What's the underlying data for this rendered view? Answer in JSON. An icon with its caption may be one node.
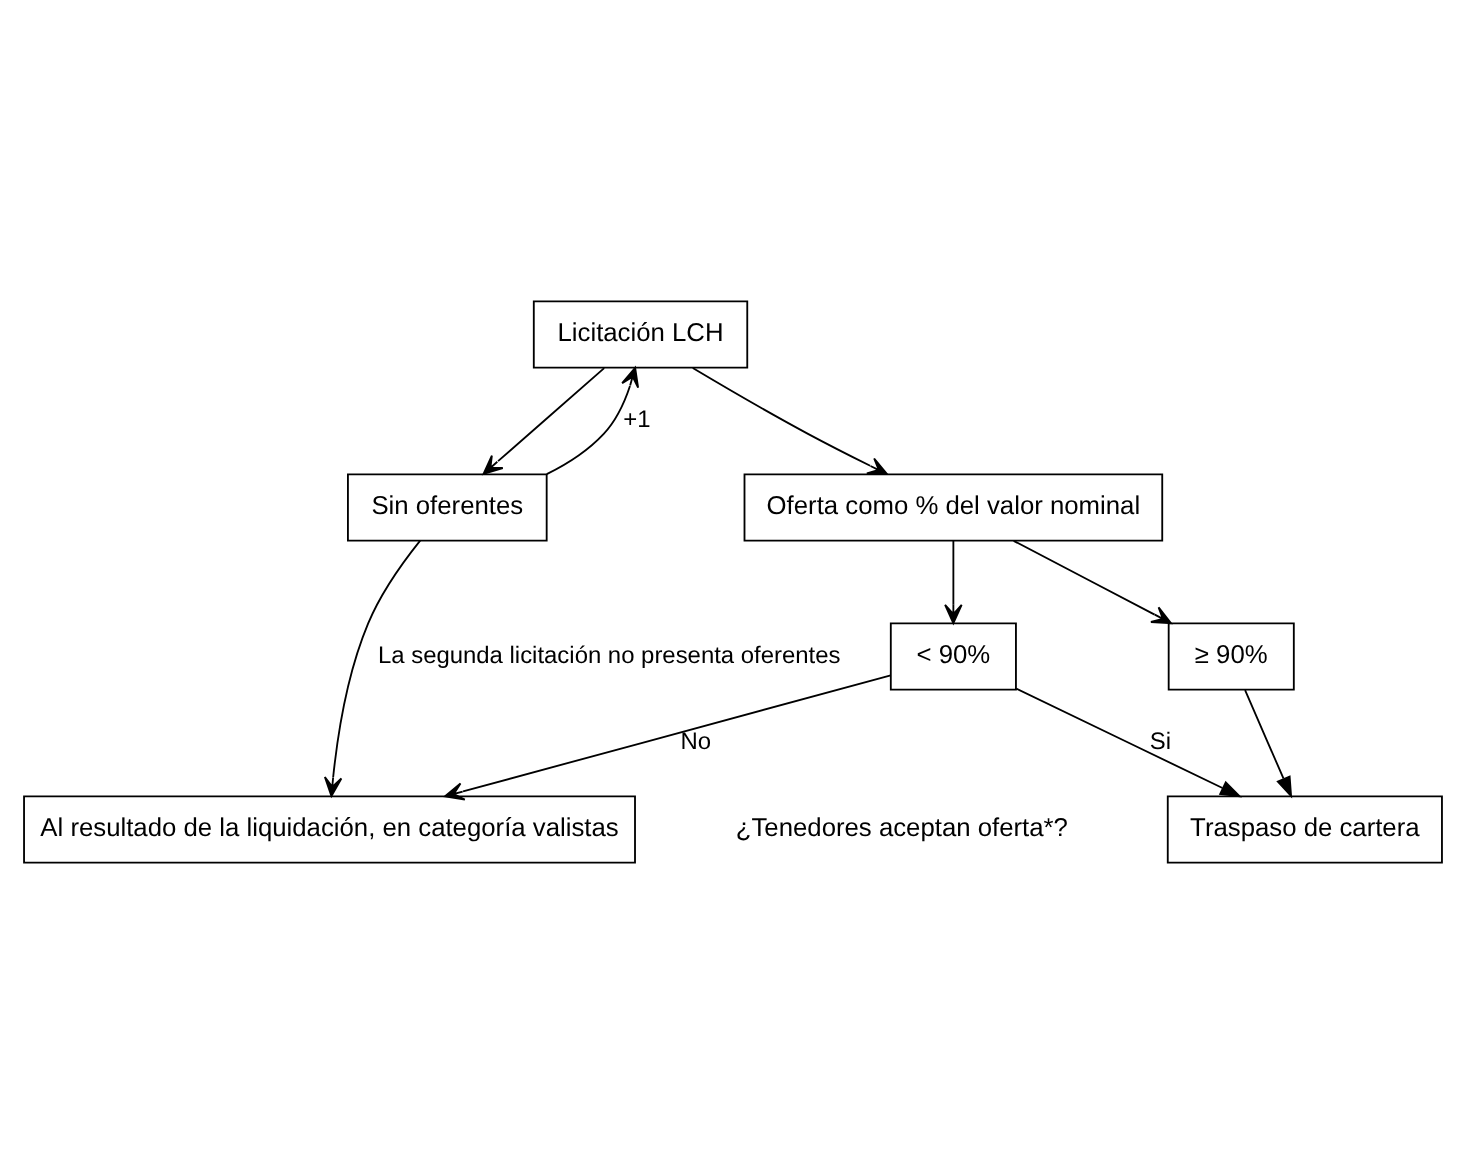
{
  "diagram": {
    "nodes": [
      {
        "text": [
          "Licitación LCH"
        ]
      },
      {
        "text": [
          "Oferta como % del valor nominal"
        ]
      },
      {
        "text": [
          "Sin oferentes"
        ]
      },
      {
        "text": [
          "≥ 90%"
        ]
      },
      {
        "text": [
          "< 90%"
        ]
      },
      {
        "text": [
          "Traspaso de cartera"
        ]
      },
      {
        "text": [
          "Al resultado de la liquidación, en categoría valistas"
        ]
      }
    ],
    "edges": [
      {
        "from": 0,
        "to": 1,
        "arrow": "to"
      },
      {
        "from": 0,
        "to": 2,
        "arrow": "to"
      },
      {
        "from": 2,
        "to": 0,
        "arrow": "to",
        "label": "+1"
      },
      {
        "from": 1,
        "to": 3,
        "arrow": "to"
      },
      {
        "from": 1,
        "to": 4,
        "arrow": "to"
      },
      {
        "from": 3,
        "to": 5,
        "arrow": "to"
      },
      {
        "from": 4,
        "to": 5,
        "arrow": "to",
        "label": "Si"
      },
      {
        "from": 4,
        "to": 6,
        "arrow": "to",
        "label": "No"
      },
      {
        "from": 2,
        "to": 6,
        "arrow": "to",
        "label": "La segunda licitación no presenta oferentes"
      }
    ],
    "labels": [
      "¿Tenedores aceptan oferta*?"
    ]
  }
}
